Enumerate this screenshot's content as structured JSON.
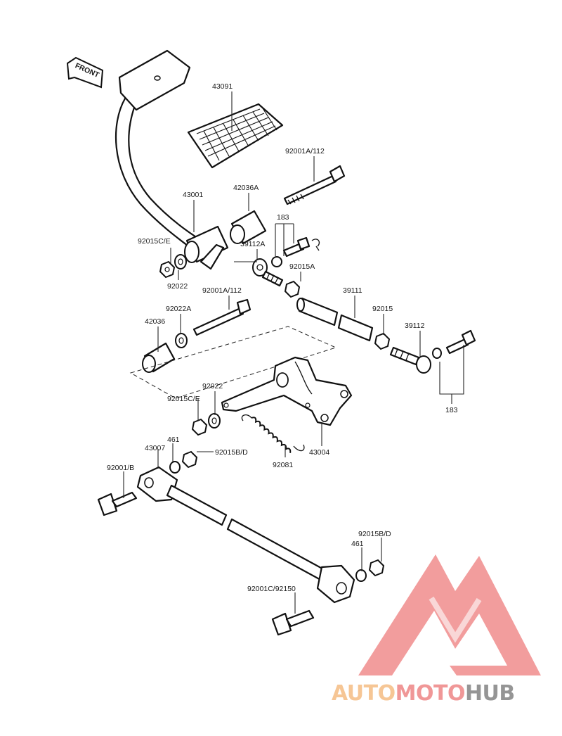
{
  "diagram": {
    "front_badge": "FRONT",
    "callouts": [
      {
        "id": "c43091",
        "text": "43091"
      },
      {
        "id": "c92001a1",
        "text": "92001A/112"
      },
      {
        "id": "c43001",
        "text": "43001"
      },
      {
        "id": "c42036a",
        "text": "42036A"
      },
      {
        "id": "c183top",
        "text": "183"
      },
      {
        "id": "c92015ce1",
        "text": "92015C/E"
      },
      {
        "id": "c39112a",
        "text": "39112A"
      },
      {
        "id": "c92015a",
        "text": "92015A"
      },
      {
        "id": "c92022a",
        "text": "92022"
      },
      {
        "id": "c92001a2",
        "text": "92001A/112"
      },
      {
        "id": "c39111",
        "text": "39111"
      },
      {
        "id": "c92022A",
        "text": "92022A"
      },
      {
        "id": "c92015",
        "text": "92015"
      },
      {
        "id": "c42036",
        "text": "42036"
      },
      {
        "id": "c39112",
        "text": "39112"
      },
      {
        "id": "c92022b",
        "text": "92022"
      },
      {
        "id": "c92015ce2",
        "text": "92015C/E"
      },
      {
        "id": "c183bot",
        "text": "183"
      },
      {
        "id": "c461a",
        "text": "461"
      },
      {
        "id": "c43007",
        "text": "43007"
      },
      {
        "id": "c92015bd1",
        "text": "92015B/D"
      },
      {
        "id": "c43004",
        "text": "43004"
      },
      {
        "id": "c92081",
        "text": "92081"
      },
      {
        "id": "c92001b",
        "text": "92001/B"
      },
      {
        "id": "c92015bd2",
        "text": "92015B/D"
      },
      {
        "id": "c461b",
        "text": "461"
      },
      {
        "id": "c92001c",
        "text": "92001C/92150"
      }
    ]
  },
  "watermark": {
    "word_part1": "AUTO",
    "word_part2": "MOTO",
    "word_part3": "HUB",
    "colors": {
      "auto": "#f6c08a",
      "moto": "#ef8c8c",
      "hub": "#8a8a8a",
      "triangle": "#ef7f7f"
    }
  }
}
